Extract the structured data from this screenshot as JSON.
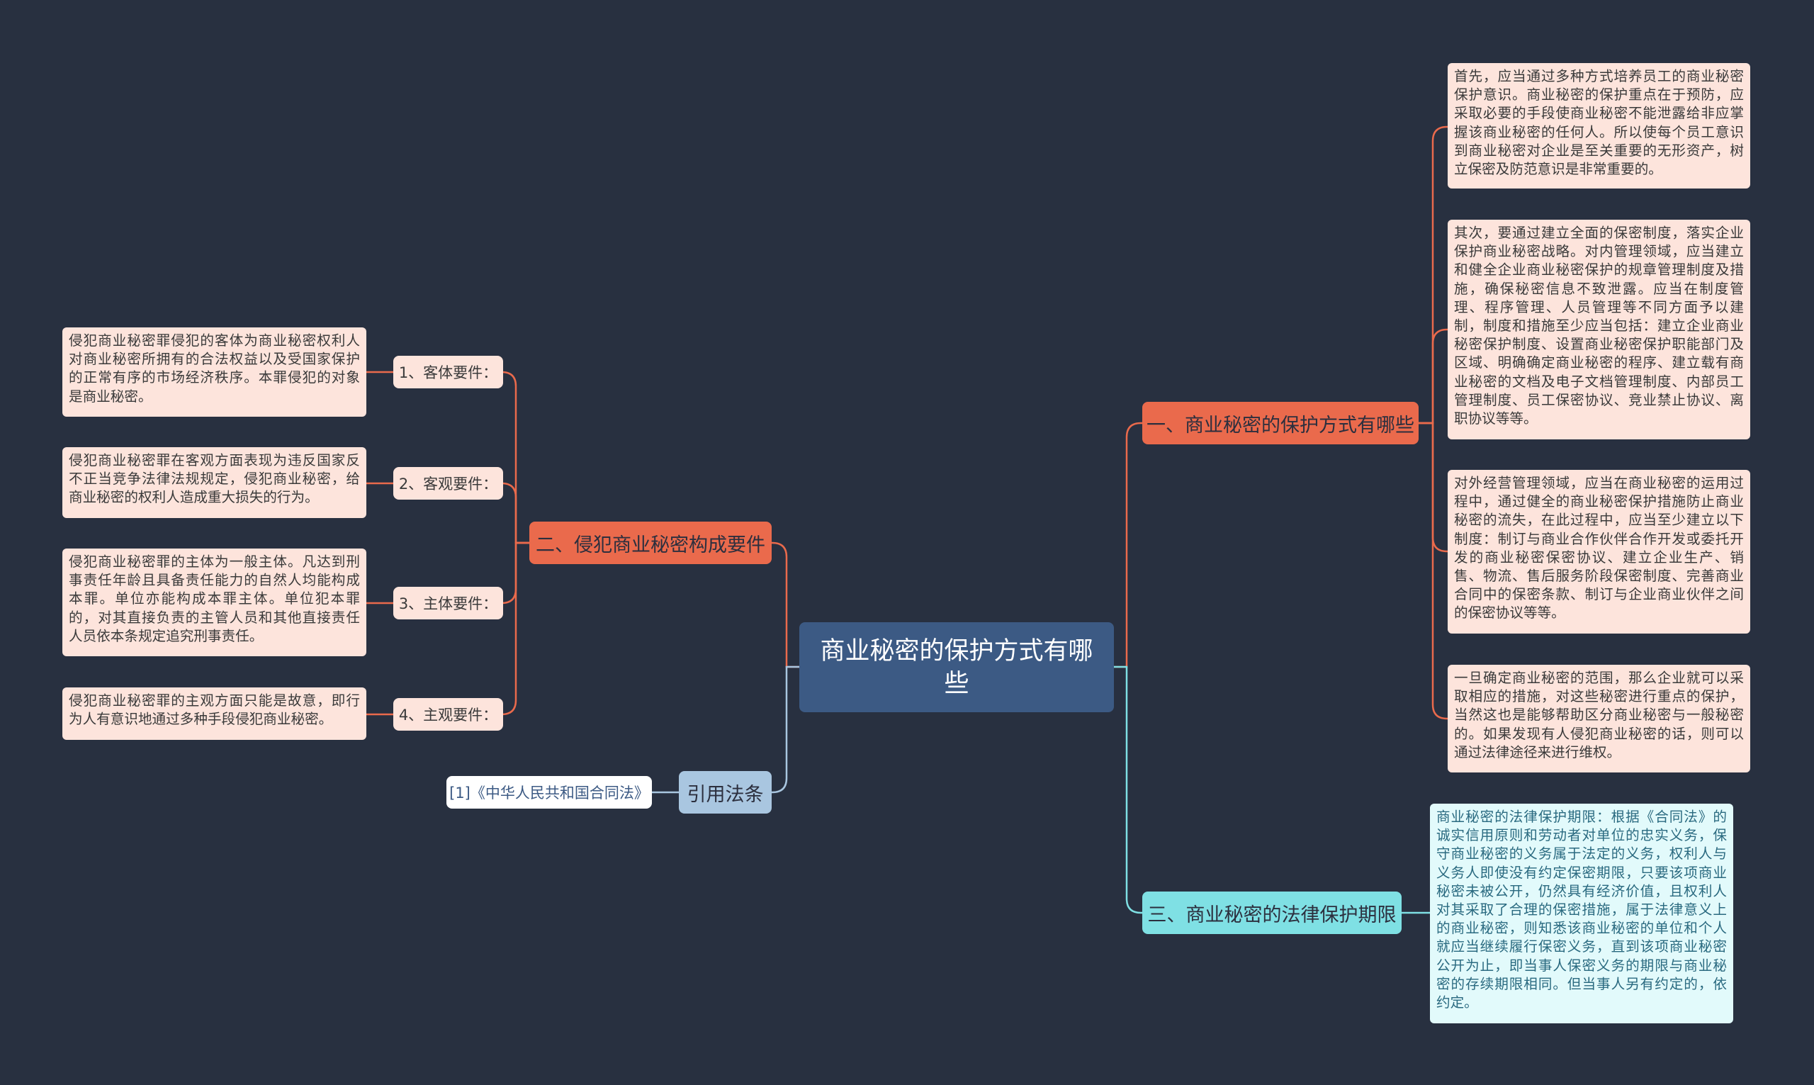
{
  "root": {
    "title": "商业秘密的保护方式有哪些"
  },
  "branches": {
    "protect": {
      "label": "一、商业秘密的保护方式有哪些",
      "leaves": [
        "首先，应当通过多种方式培养员工的商业秘密保护意识。商业秘密的保护重点在于预防，应采取必要的手段使商业秘密不能泄露给非应掌握该商业秘密的任何人。所以使每个员工意识到商业秘密对企业是至关重要的无形资产，树立保密及防范意识是非常重要的。",
        "其次，要通过建立全面的保密制度，落实企业保护商业秘密战略。对内管理领域，应当建立和健全企业商业秘密保护的规章管理制度及措施，确保秘密信息不致泄露。应当在制度管理、程序管理、人员管理等不同方面予以建制，制度和措施至少应当包括：建立企业商业秘密保护制度、设置商业秘密保护职能部门及区域、明确确定商业秘密的程序、建立载有商业秘密的文档及电子文档管理制度、内部员工管理制度、员工保密协议、竞业禁止协议、离职协议等等。",
        "对外经营管理领域，应当在商业秘密的运用过程中，通过健全的商业秘密保护措施防止商业秘密的流失，在此过程中，应当至少建立以下制度：制订与商业合作伙伴合作开发或委托开发的商业秘密保密协议、建立企业生产、销售、物流、售后服务阶段保密制度、完善商业合同中的保密条款、制订与企业商业伙伴之间的保密协议等等。",
        "一旦确定商业秘密的范围，那么企业就可以采取相应的措施，对这些秘密进行重点的保护，当然这也是能够帮助区分商业秘密与一般秘密的。如果发现有人侵犯商业秘密的话，则可以通过法律途径来进行维权。"
      ]
    },
    "elements": {
      "label": "二、侵犯商业秘密构成要件",
      "items": [
        {
          "label": "1、客体要件：",
          "leaf": "侵犯商业秘密罪侵犯的客体为商业秘密权利人对商业秘密所拥有的合法权益以及受国家保护的正常有序的市场经济秩序。本罪侵犯的对象是商业秘密。"
        },
        {
          "label": "2、客观要件：",
          "leaf": "侵犯商业秘密罪在客观方面表现为违反国家反不正当竞争法律法规规定，侵犯商业秘密，给商业秘密的权利人造成重大损失的行为。"
        },
        {
          "label": "3、主体要件：",
          "leaf": "侵犯商业秘密罪的主体为一般主体。凡达到刑事责任年龄且具备责任能力的自然人均能构成本罪。单位亦能构成本罪主体。单位犯本罪的，对其直接负责的主管人员和其他直接责任人员依本条规定追究刑事责任。"
        },
        {
          "label": "4、主观要件：",
          "leaf": "侵犯商业秘密罪的主观方面只能是故意，即行为人有意识地通过多种手段侵犯商业秘密。"
        }
      ]
    },
    "period": {
      "label": "三、商业秘密的法律保护期限",
      "leaf": "商业秘密的法律保护期限：根据《合同法》的诚实信用原则和劳动者对单位的忠实义务，保守商业秘密的义务属于法定的义务，权利人与义务人即使没有约定保密期限，只要该项商业秘密未被公开，仍然具有经济价值，且权利人对其采取了合理的保密措施，属于法律意义上的商业秘密，则知悉该商业秘密的单位和个人就应当继续履行保密义务，直到该项商业秘密公开为止，即当事人保密义务的期限与商业秘密的存续期限相同。但当事人另有约定的，依约定。"
    },
    "law": {
      "label": "引用法条",
      "item": "[1]《中华人民共和国合同法》"
    }
  },
  "colors": {
    "background": "#283040",
    "root": "#3c5a84",
    "red_branch": "#ea6a4c",
    "cyan_branch": "#7fe0e4",
    "blue_branch": "#a9c6e0",
    "leaf_pink": "#fde4dc",
    "leaf_cyan": "#e2fafb"
  }
}
